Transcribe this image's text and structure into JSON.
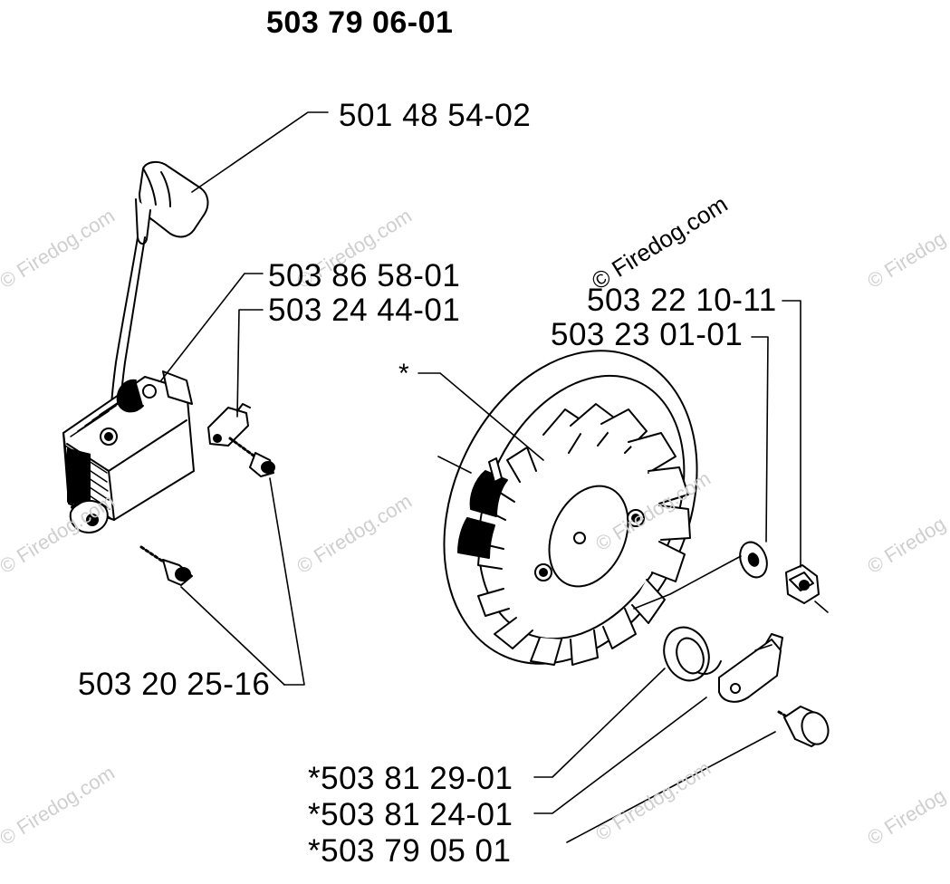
{
  "assembly_number": "503 79 06-01",
  "parts": {
    "spark_plug_cap": "501 48 54-02",
    "ignition_module_a": "503 86 58-01",
    "ignition_module_b": "503 24 44-01",
    "flywheel_washer": "503 22 10-11",
    "flywheel_nut": "503 23 01-01",
    "flywheel_marker": "*",
    "screw": "503 20 25-16",
    "spring": "*503 81 29-01",
    "pawl": "*503 81 24-01",
    "pawl_screw_partial": "*503 79 05 01"
  },
  "watermark": {
    "text": "© Firedog.com",
    "short": "© Firedog"
  }
}
